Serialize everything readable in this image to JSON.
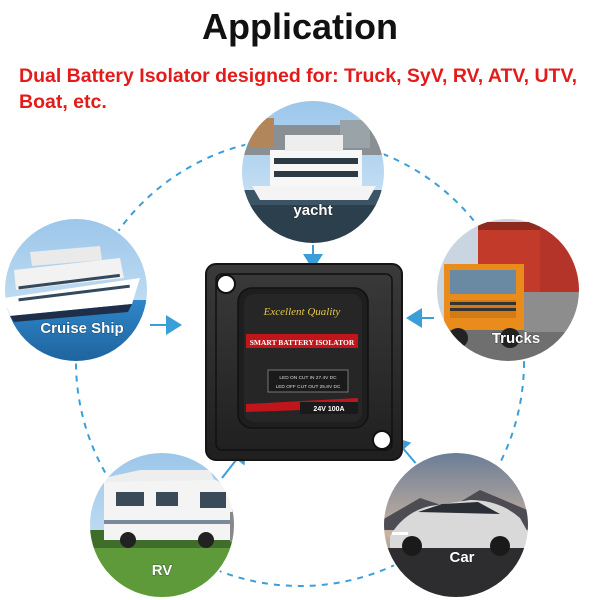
{
  "title": "Application",
  "subtitle": "Dual Battery Isolator designed for: Truck, SyV, RV, ATV, UTV, Boat, etc.",
  "applications": [
    {
      "label": "yacht",
      "icon": "yacht-photo"
    },
    {
      "label": "Cruise Ship",
      "icon": "cruise-ship-photo"
    },
    {
      "label": "Trucks",
      "icon": "truck-photo"
    },
    {
      "label": "RV",
      "icon": "rv-photo"
    },
    {
      "label": "Car",
      "icon": "car-photo"
    }
  ],
  "device": {
    "brand_text": "Excellent Quality",
    "model_text": "SMART BATTERY ISOLATOR",
    "line1": "LED ON CUT IN 27.4V DC",
    "line2": "LED OFF CUT OUT 25.8V DC",
    "rating": "24V 100A"
  },
  "colors": {
    "title": "#111111",
    "subtitle": "#e31b1b",
    "ring": "#3a9fd8",
    "device_body": "#2e2e2e",
    "device_accent": "#c0161b"
  }
}
